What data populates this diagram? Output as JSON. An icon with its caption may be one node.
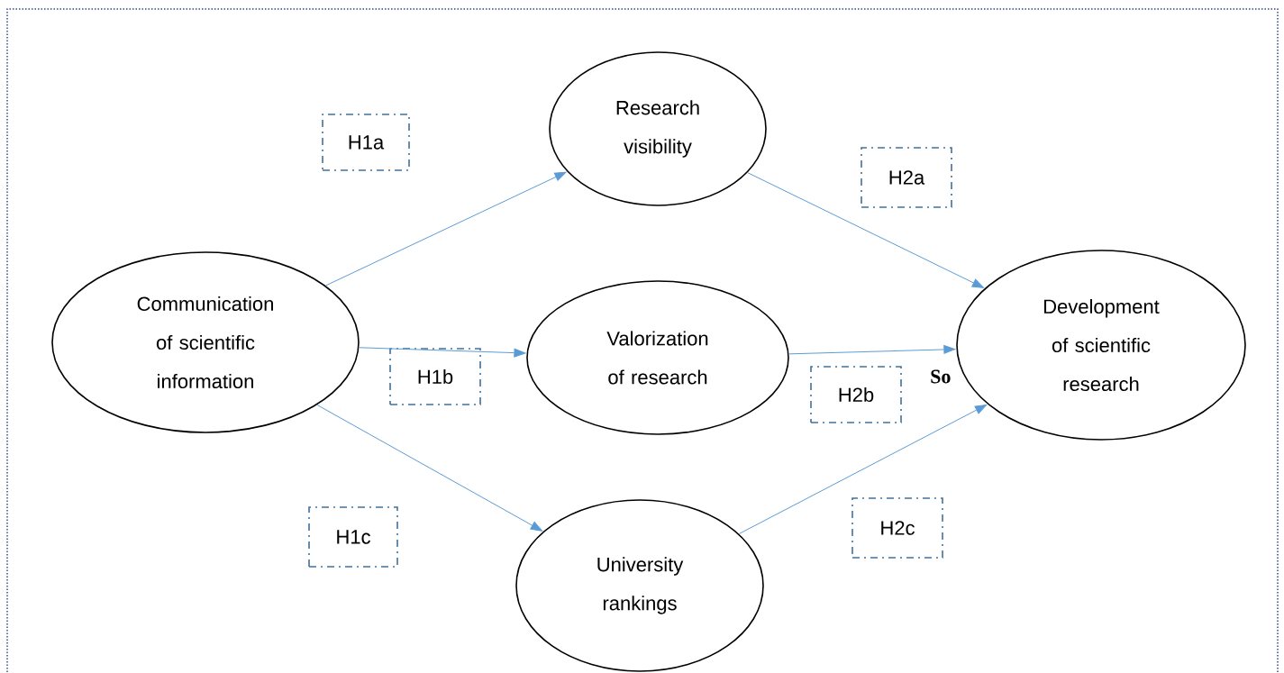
{
  "diagram": {
    "nodes": [
      {
        "text": [
          "Communication of scientific information"
        ]
      },
      {
        "text": [
          "Research visibility"
        ]
      },
      {
        "text": [
          "Valorization of research"
        ]
      },
      {
        "text": [
          "University rankings"
        ]
      },
      {
        "text": [
          "Development of scientific research"
        ]
      },
      {
        "text": [
          "H1a"
        ]
      },
      {
        "text": [
          "H2a"
        ]
      },
      {
        "text": [
          "H1b"
        ]
      },
      {
        "text": [
          "H2b"
        ]
      },
      {
        "text": [
          "H1c"
        ]
      },
      {
        "text": [
          "H2c"
        ]
      }
    ],
    "edges": [
      {
        "from": 0,
        "to": 1,
        "arrow": "to"
      },
      {
        "from": 0,
        "to": 2,
        "arrow": "to"
      },
      {
        "from": 0,
        "to": 3,
        "arrow": "to"
      },
      {
        "from": 1,
        "to": 4,
        "arrow": "to"
      },
      {
        "from": 2,
        "to": 4,
        "arrow": "to"
      },
      {
        "from": 3,
        "to": 4,
        "arrow": "to"
      }
    ],
    "labels": [
      "So"
    ]
  }
}
